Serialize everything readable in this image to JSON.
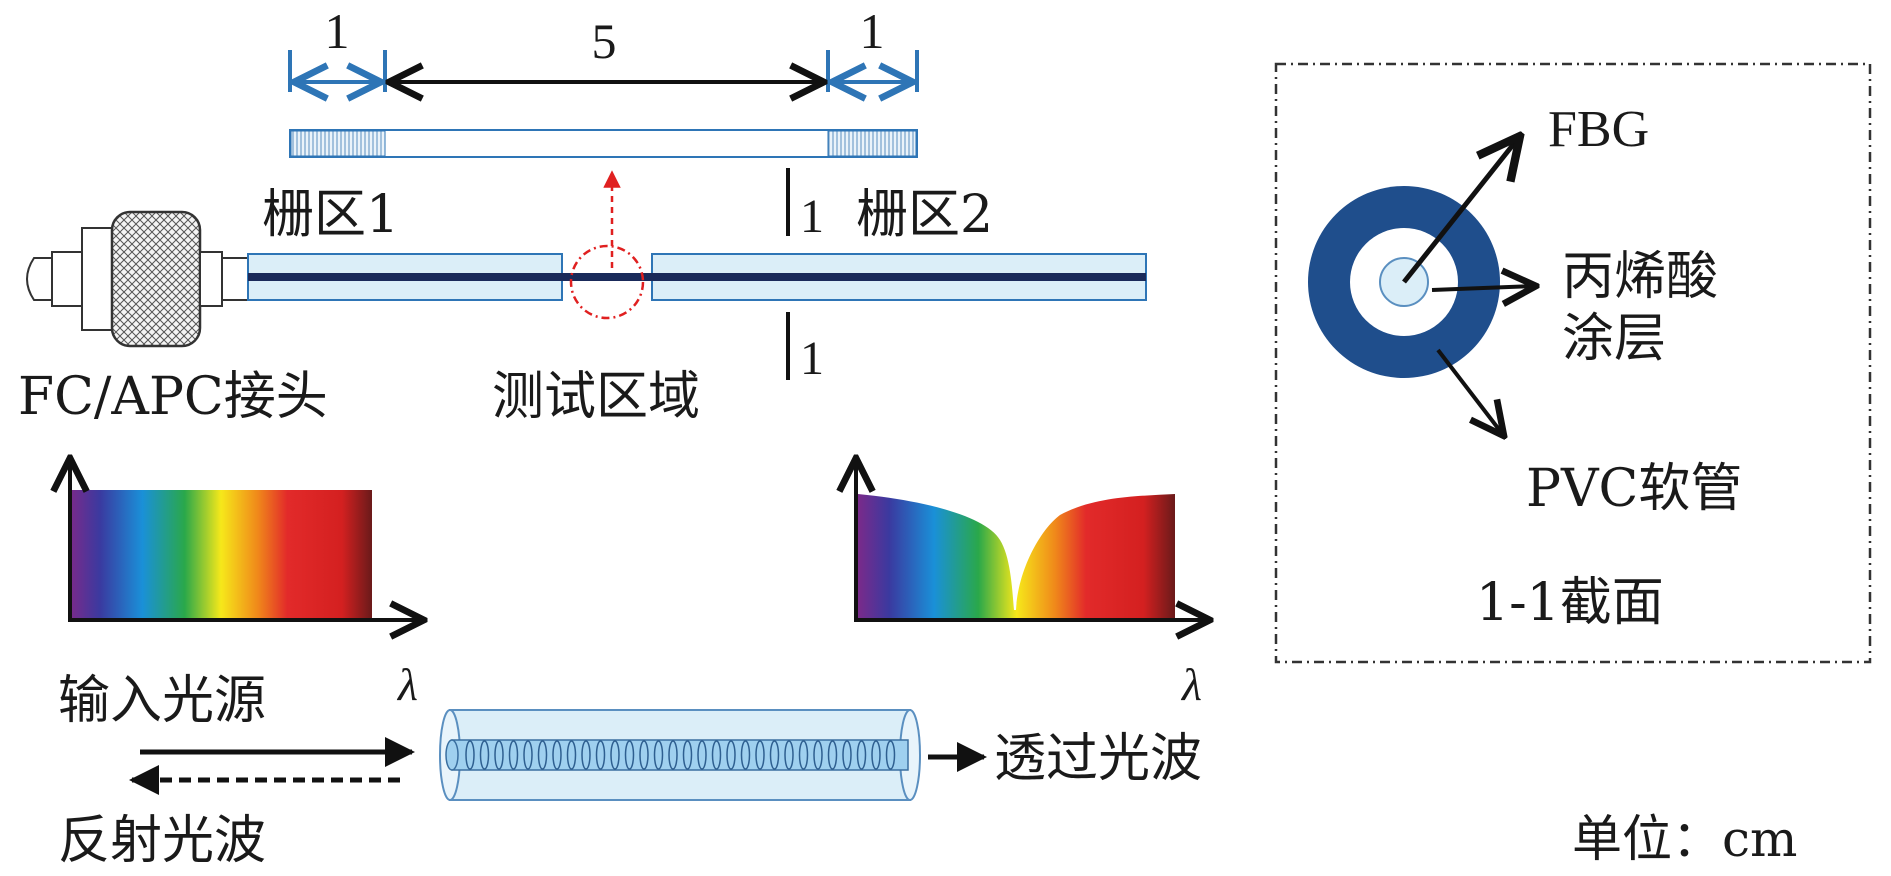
{
  "dimensions": {
    "left_grating": "1",
    "test_length": "5",
    "right_grating": "1"
  },
  "labels": {
    "grating_zone_1": "栅区1",
    "grating_zone_2": "栅区2",
    "section_mark_top": "1",
    "section_mark_bottom": "1",
    "connector": "FC/APC接头",
    "test_area": "测试区域",
    "input_source": "输入光源",
    "reflected_wave": "反射光波",
    "transmitted_wave": "透过光波",
    "lambda_input": "λ",
    "lambda_output": "λ",
    "unit": "单位：cm"
  },
  "cross_section": {
    "title": "1-1截面",
    "fbg": "FBG",
    "coating_line1": "丙烯酸",
    "coating_line2": "涂层",
    "tube": "PVC软管"
  },
  "colors": {
    "dimension_blue": "#2e75b6",
    "pvc_blue": "#1f4e8c",
    "fiber_fill": "#dbeef8",
    "core": "#1a2a5a",
    "test_area_red": "#e02020"
  }
}
